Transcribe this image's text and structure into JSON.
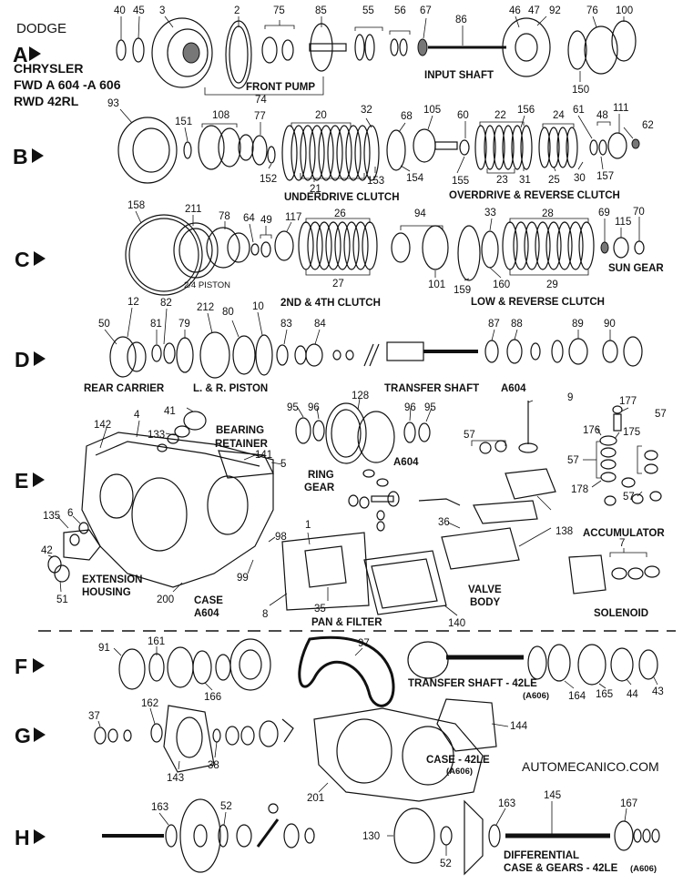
{
  "brand": "DODGE",
  "models": [
    "CHRYSLER",
    "FWD A 604 -A 606",
    "RWD 42RL"
  ],
  "rows": [
    "A",
    "B",
    "C",
    "D",
    "E",
    "F",
    "G",
    "H"
  ],
  "watermark": "AUTOMECANICO.COM",
  "labels": {
    "front_pump": "FRONT PUMP",
    "input_shaft": "INPUT SHAFT",
    "underdrive": "UNDERDRIVE  CLUTCH",
    "overdrive": "OVERDRIVE & REVERSE CLUTCH",
    "piston24": "2/4 PISTON",
    "clutch24": "2ND & 4TH CLUTCH",
    "lowrev": "LOW & REVERSE CLUTCH",
    "sungear": "SUN GEAR",
    "rear_carrier": "REAR CARRIER",
    "lr_piston": "L. & R. PISTON",
    "transfer_shaft": "TRANSFER SHAFT",
    "a604_d": "A604",
    "bearing_retainer": [
      "BEARING",
      "RETAINER"
    ],
    "ring_gear": [
      "RING",
      "GEAR"
    ],
    "a604_e": "A604",
    "accumulator": "ACCUMULATOR",
    "extension_housing": [
      "EXTENSION",
      "HOUSING"
    ],
    "case": [
      "CASE",
      "A604"
    ],
    "valve_body": [
      "VALVE",
      "BODY"
    ],
    "pan_filter": "PAN & FILTER",
    "solenoid": "SOLENOID",
    "transfer_42le": "TRANSFER SHAFT - 42LE",
    "a606_f": "(A606)",
    "case_42le": "CASE - 42LE",
    "a606_g": "(A606)",
    "differential": [
      "DIFFERENTIAL",
      "CASE & GEARS - 42LE"
    ],
    "a606_h": "(A606)"
  },
  "part_numbers": {
    "rowA": [
      "40",
      "45",
      "3",
      "2",
      "75",
      "85",
      "55",
      "56",
      "67",
      "86",
      "46",
      "47",
      "92",
      "76",
      "100",
      "74",
      "150"
    ],
    "rowB": [
      "93",
      "151",
      "108",
      "77",
      "20",
      "32",
      "68",
      "105",
      "60",
      "22",
      "156",
      "24",
      "61",
      "48",
      "111",
      "62",
      "152",
      "21",
      "153",
      "154",
      "155",
      "23",
      "31",
      "25",
      "30",
      "157"
    ],
    "rowC": [
      "158",
      "211",
      "78",
      "64",
      "49",
      "117",
      "26",
      "94",
      "33",
      "28",
      "69",
      "115",
      "70",
      "27",
      "101",
      "160",
      "159",
      "29"
    ],
    "rowD": [
      "12",
      "82",
      "212",
      "80",
      "10",
      "50",
      "81",
      "79",
      "83",
      "84",
      "87",
      "88",
      "89",
      "90",
      "9"
    ],
    "rowE": [
      "41",
      "142",
      "4",
      "133",
      "141",
      "5",
      "95",
      "96",
      "128",
      "96",
      "95",
      "57",
      "177",
      "176",
      "175",
      "57",
      "178",
      "57",
      "135",
      "6",
      "42",
      "51",
      "98",
      "1",
      "99",
      "200",
      "8",
      "35",
      "36",
      "138",
      "140",
      "7"
    ],
    "rowF": [
      "91",
      "161",
      "166",
      "97",
      "164",
      "165",
      "44",
      "43"
    ],
    "rowG": [
      "37",
      "162",
      "143",
      "38",
      "201",
      "144"
    ],
    "rowH": [
      "163",
      "52",
      "130",
      "52",
      "163",
      "145",
      "167"
    ]
  }
}
